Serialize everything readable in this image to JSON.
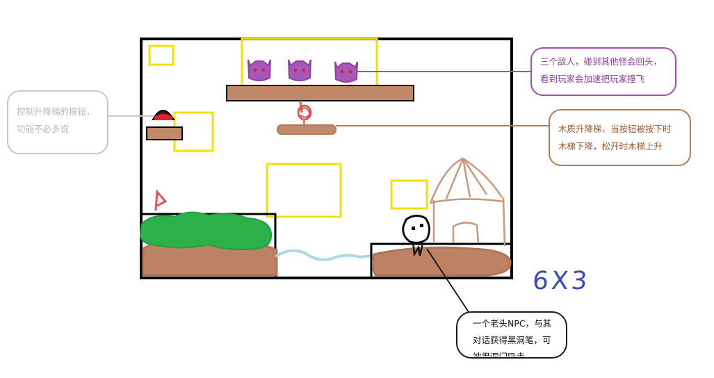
{
  "callouts": {
    "button": {
      "lines": [
        "控制升降梯的按钮，",
        "功能不必多说"
      ]
    },
    "enemies": {
      "lines": [
        "三个敌人，碰到其他怪会回头，",
        "看到玩家会加速把玩家撞飞"
      ]
    },
    "lift": {
      "lines": [
        "木质升降梯，当按钮被按下时",
        "木梯下降，松开时木梯上升"
      ]
    },
    "npc": {
      "lines": [
        "一个老头NPC，与其",
        "对话获得黑洞笔，可",
        "被黑洞门吸走"
      ]
    }
  },
  "scale_label": "6X3",
  "colors": {
    "frame": "#000000",
    "marker": "#f2e000",
    "wood": "#c08a6a",
    "grass": "#2bb04a",
    "enemy": "#a657b7",
    "water": "#a9d8ea",
    "button_red": "#e0202a",
    "scale_text": "#3b49c2"
  },
  "icons": {
    "enemy": "purple-cat-head",
    "button": "red-dome-button",
    "npc": "old-man-ghost",
    "flag": "red-flag",
    "hut": "wooden-hut"
  }
}
